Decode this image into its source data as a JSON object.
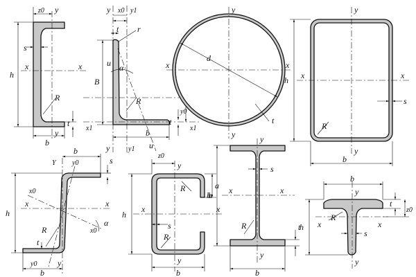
{
  "figures": {
    "channel": {
      "z0": "z0",
      "y_top": "y",
      "y_bottom": "y",
      "s": "s",
      "h": "h",
      "x_left": "x",
      "x_right": "x",
      "R": "R",
      "t": "t",
      "b": "b"
    },
    "angle": {
      "y_top": "y",
      "x0": "x0",
      "y1_top": "y1",
      "t": "t",
      "r": "r",
      "u_top": "u",
      "alpha": "α",
      "B": "B",
      "x_right": "x",
      "R": "R",
      "y0": "y0",
      "b": "b",
      "t_right": "t",
      "x1_left": "x1",
      "x1_right": "x1",
      "y_bottom": "y",
      "y1_bottom": "y1",
      "u_bottom": "u"
    },
    "round_tube": {
      "y_top": "y",
      "y_bottom": "y",
      "x_left": "x",
      "x_right": "x",
      "d": "d",
      "t": "t"
    },
    "rect_tube": {
      "y_top": "y",
      "y_bottom": "y",
      "x_left": "x",
      "x_right": "x",
      "h": "h",
      "s": "s",
      "R": "R",
      "b": "b"
    },
    "z_section": {
      "b_top": "b",
      "Y": "Y",
      "y0_top": "y0",
      "s": "s",
      "x0_left": "x0",
      "x_left": "x",
      "x_right": "x",
      "x0_right": "x0",
      "alpha": "α",
      "h": "h",
      "R": "R",
      "t": "t",
      "y0_bottom": "y0",
      "y_bottom": "y",
      "b_bottom": "b"
    },
    "lipped_channel": {
      "z0": "z0",
      "y_top": "y",
      "y_bottom": "y",
      "R": "R",
      "a": "a",
      "h_inner": "h",
      "h": "h",
      "x_left": "x",
      "x_right": "x",
      "s": "s",
      "R_bottom": "R",
      "b": "b"
    },
    "i_beam": {
      "s": "s",
      "h": "h",
      "x_left": "x",
      "x_right": "x",
      "R": "R",
      "t": "t",
      "y_top": "y",
      "y_bottom": "y",
      "b": "b"
    },
    "tee": {
      "b": "b",
      "y_top": "y",
      "h": "h",
      "t": "t",
      "z0": "z0",
      "x_left": "x",
      "x_right": "x",
      "R": "R",
      "s": "s",
      "y_bottom": "y"
    }
  }
}
